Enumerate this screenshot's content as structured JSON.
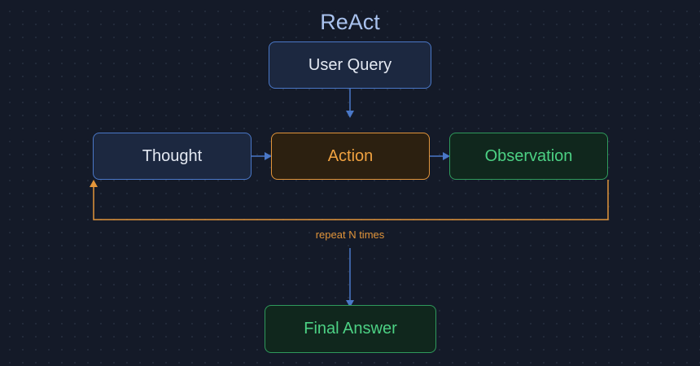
{
  "diagram": {
    "title": "ReAct",
    "nodes": {
      "user_query": "User Query",
      "thought": "Thought",
      "action": "Action",
      "observation": "Observation",
      "final_answer": "Final Answer"
    },
    "loop_label": "repeat N times"
  },
  "colors": {
    "background": "#141a28",
    "blue_border": "#4a78c8",
    "orange_accent": "#e2953a",
    "green_accent": "#2f9a5c"
  }
}
